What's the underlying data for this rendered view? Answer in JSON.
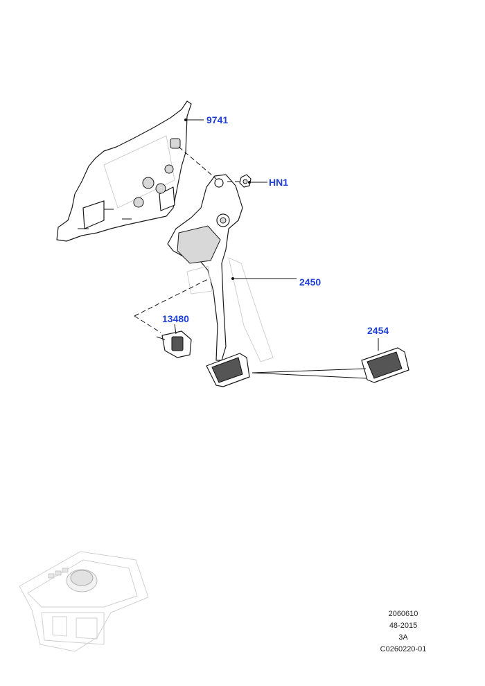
{
  "callouts": {
    "bracket": "9741",
    "nut": "HN1",
    "pedal": "2450",
    "switch": "13480",
    "pad": "2454"
  },
  "reference": {
    "line1": "2060610",
    "line2": "48-2015",
    "line3": "3A",
    "line4": "C0260220-01"
  }
}
